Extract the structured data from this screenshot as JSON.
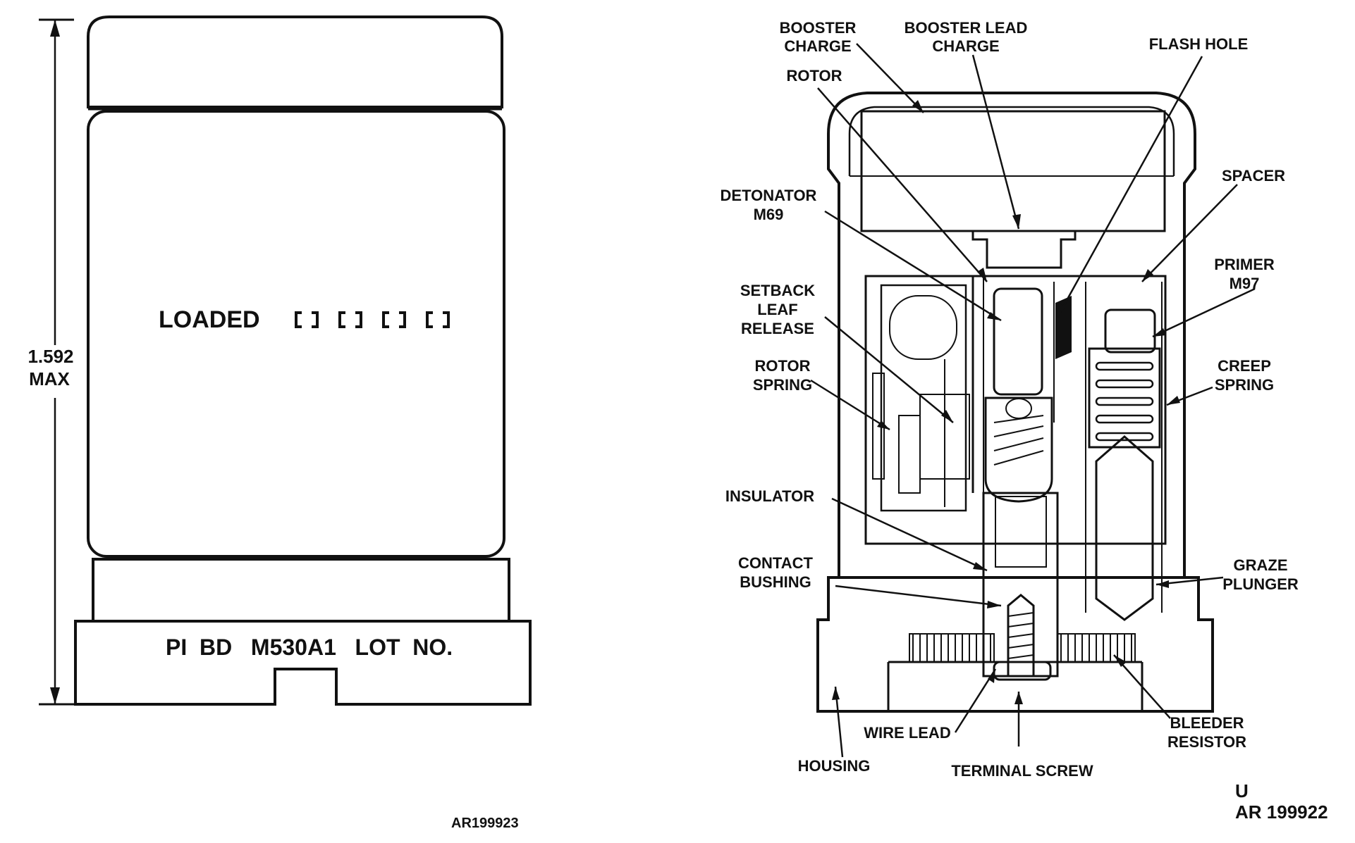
{
  "left_figure": {
    "dimension_value": "1.592",
    "dimension_unit": "MAX",
    "loaded_label": "LOADED",
    "marking_text": "PI  BD   M530A1   LOT  NO.",
    "figure_id": "AR199923"
  },
  "right_figure": {
    "labels": {
      "booster_charge_1": "BOOSTER",
      "booster_charge_2": "CHARGE",
      "booster_lead_1": "BOOSTER LEAD",
      "booster_lead_2": "CHARGE",
      "flash_hole": "FLASH HOLE",
      "rotor": "ROTOR",
      "spacer": "SPACER",
      "detonator_1": "DETONATOR",
      "detonator_2": "M69",
      "primer_1": "PRIMER",
      "primer_2": "M97",
      "setback_1": "SETBACK",
      "setback_2": "LEAF",
      "setback_3": "RELEASE",
      "rotor_spring_1": "ROTOR",
      "rotor_spring_2": "SPRING",
      "creep_1": "CREEP",
      "creep_2": "SPRING",
      "insulator": "INSULATOR",
      "contact_1": "CONTACT",
      "contact_2": "BUSHING",
      "graze_1": "GRAZE",
      "graze_2": "PLUNGER",
      "wire_lead": "WIRE LEAD",
      "bleeder_1": "BLEEDER",
      "bleeder_2": "RESISTOR",
      "housing": "HOUSING",
      "terminal_screw": "TERMINAL SCREW"
    },
    "figure_letter": "U",
    "figure_id": "AR 199922"
  }
}
